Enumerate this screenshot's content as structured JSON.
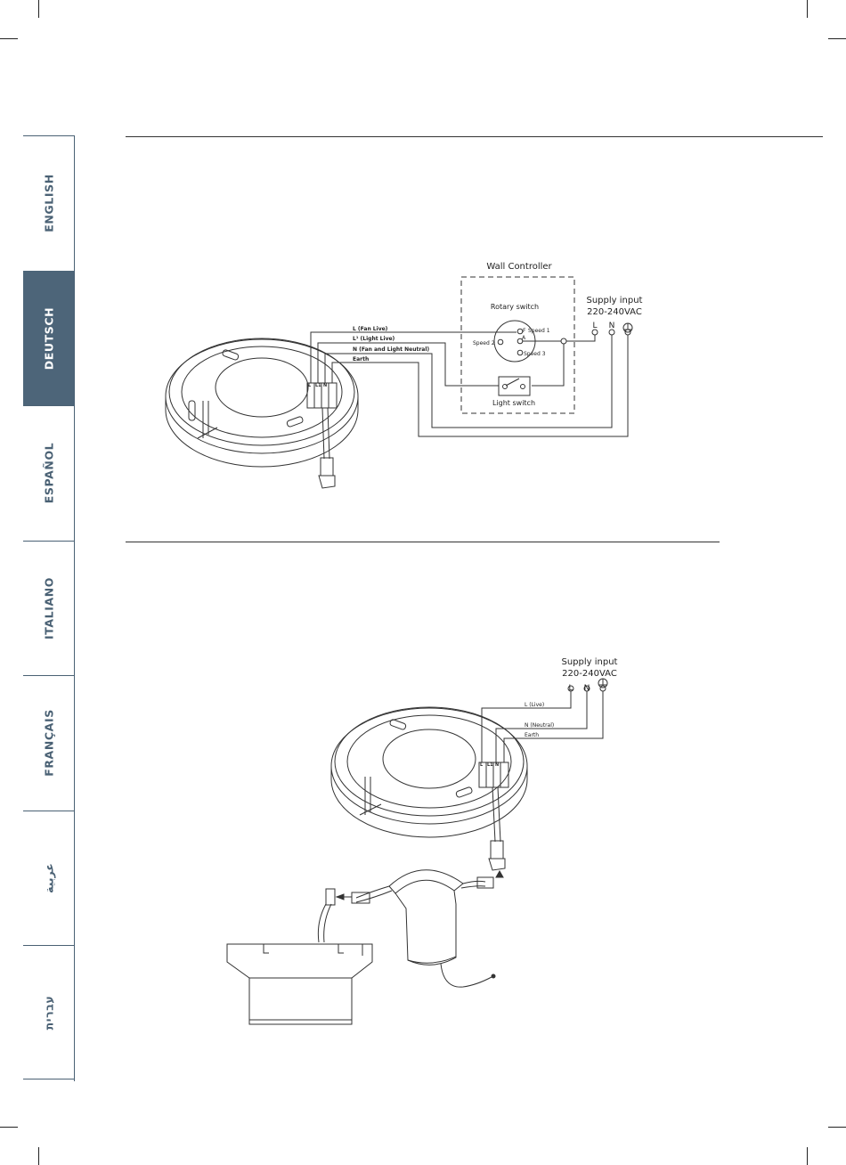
{
  "language_tabs": [
    {
      "label": "ENGLISH",
      "active": false
    },
    {
      "label": "DEUTSCH",
      "active": true
    },
    {
      "label": "ESPAÑOL",
      "active": false
    },
    {
      "label": "ITALIANO",
      "active": false
    },
    {
      "label": "FRANÇAIS",
      "active": false
    },
    {
      "label": "عربية",
      "active": false
    },
    {
      "label": "עברית",
      "active": false
    }
  ],
  "colors": {
    "tab_active_bg": "#4d6579",
    "tab_text": "#4a6174",
    "line": "#333333"
  },
  "diagram1": {
    "wall_controller": "Wall Controller",
    "rotary_switch": "Rotary switch",
    "light_switch": "Light switch",
    "supply_line1": "Supply input",
    "supply_line2": "220-240VAC",
    "terminals": [
      "L",
      "N"
    ],
    "speeds": {
      "f": "F",
      "speed1": "Speed 1",
      "a": "A",
      "speed2": "Speed 2",
      "speed3": "Speed 3"
    },
    "wires": [
      "L (Fan Live)",
      "L¹ (Light Live)",
      "N (Fan and Light Neutral)",
      "Earth"
    ],
    "block_labels": [
      "L",
      "L1",
      "N"
    ]
  },
  "diagram2": {
    "supply_line1": "Supply input",
    "supply_line2": "220-240VAC",
    "terminals": [
      "L",
      "N"
    ],
    "wires": [
      "L (Live)",
      "N (Neutral)",
      "Earth"
    ],
    "block_labels": [
      "L",
      "L1",
      "N"
    ]
  }
}
